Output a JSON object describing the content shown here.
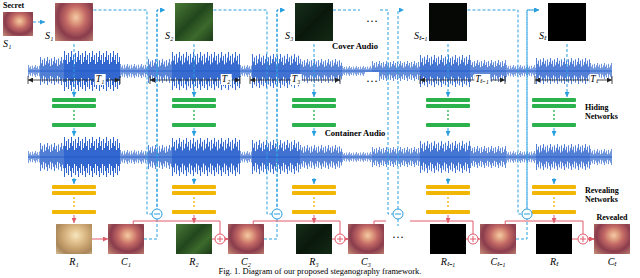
{
  "diagram": {
    "caption": "Fig. 1. Diagram of our proposed steganography framework.",
    "nodes": [
      {
        "text": [
          "Secret",
          "S₁"
        ]
      },
      {
        "text": [
          "S₁"
        ]
      },
      {
        "text": [
          "S₂"
        ]
      },
      {
        "text": [
          "S₃"
        ]
      },
      {
        "text": [
          "Sₜ₋₁"
        ]
      },
      {
        "text": [
          "Sₜ"
        ]
      },
      {
        "text": [
          "R₁"
        ]
      },
      {
        "text": [
          "C₁"
        ]
      },
      {
        "text": [
          "R₂"
        ]
      },
      {
        "text": [
          "C₂"
        ]
      },
      {
        "text": [
          "R₃"
        ]
      },
      {
        "text": [
          "C₃"
        ]
      },
      {
        "text": [
          "Rₜ₋₁"
        ]
      },
      {
        "text": [
          "Cₜ₋₁"
        ]
      },
      {
        "text": [
          "Rₜ"
        ]
      },
      {
        "text": [
          "Revealed",
          "Cₜ"
        ]
      }
    ],
    "edges": [
      {
        "from": 0,
        "to": 1,
        "arrow": "to"
      },
      {
        "from": 1,
        "to": 2,
        "arrow": "to"
      },
      {
        "from": 7,
        "to": 2,
        "arrow": "to"
      },
      {
        "from": 2,
        "to": 3,
        "arrow": "to"
      },
      {
        "from": 9,
        "to": 3,
        "arrow": "to"
      },
      {
        "from": 4,
        "to": 5,
        "arrow": "to"
      },
      {
        "from": 13,
        "to": 5,
        "arrow": "to"
      },
      {
        "from": 6,
        "to": 7,
        "arrow": "to"
      },
      {
        "from": 7,
        "to": 9,
        "arrow": "to"
      },
      {
        "from": 8,
        "to": 9,
        "arrow": "to"
      },
      {
        "from": 9,
        "to": 11,
        "arrow": "to"
      },
      {
        "from": 10,
        "to": 11,
        "arrow": "to"
      },
      {
        "from": 12,
        "to": 13,
        "arrow": "to"
      },
      {
        "from": 13,
        "to": 15,
        "arrow": "to"
      },
      {
        "from": 14,
        "to": 15,
        "arrow": "to"
      }
    ],
    "labels": [
      "…",
      "Cover Audio",
      "T₁",
      "T₂",
      "T₃",
      "…",
      "Tₜ₋₁",
      "Tₜ",
      "Hiding Networks",
      "Container Audio",
      "Revealing Networks",
      "…"
    ]
  }
}
